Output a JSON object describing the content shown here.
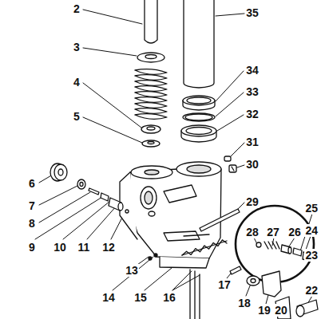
{
  "diagram": {
    "labels": [
      "2",
      "35",
      "3",
      "34",
      "33",
      "4",
      "32",
      "5",
      "31",
      "30",
      "6",
      "7",
      "8",
      "29",
      "28",
      "27",
      "26",
      "25",
      "24",
      "23",
      "9",
      "10",
      "11",
      "12",
      "13",
      "22",
      "14",
      "15",
      "16",
      "17",
      "18",
      "19",
      "20"
    ]
  }
}
